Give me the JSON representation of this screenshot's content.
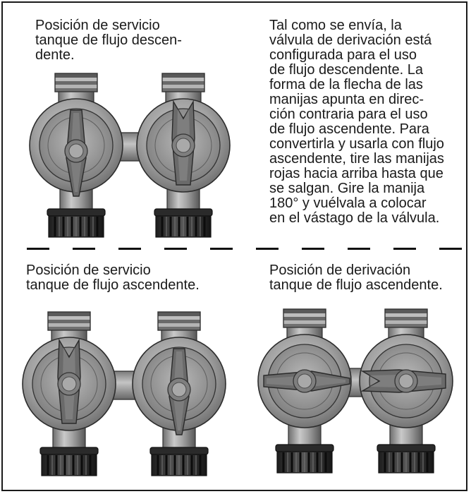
{
  "panels": {
    "service_downflow": {
      "caption": "Posición de servicio\ntanque de flujo descen-\ndente."
    },
    "note": {
      "text": "Tal como se envía, la\nválvula de derivación está\nconfigurada para el uso\nde flujo descendente. La\nforma de la flecha de las\nmanijas apunta en direc-\nción contraria para el uso\nde flujo ascendente. Para\nconvertirla y usarla con flujo\nascendente, tire las manijas\nrojas hacia arriba hasta que\nse salgan. Gire la manija\n180° y vuélvala a colocar\nen el vástago de la válvula."
    },
    "service_upflow": {
      "caption": "Posición de servicio\ntanque de flujo ascendente."
    },
    "bypass_upflow": {
      "caption": "Posición de derivación\ntanque de flujo ascendente."
    }
  }
}
